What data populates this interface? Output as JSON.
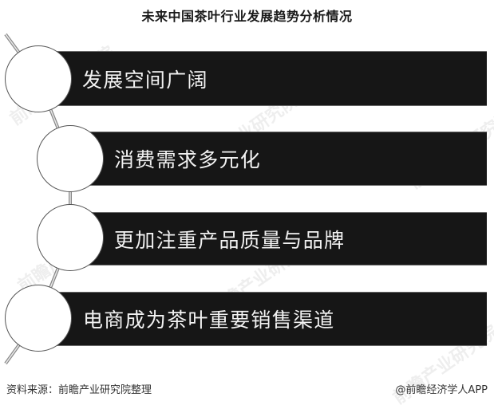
{
  "title": "未来中国茶叶行业发展趋势分析情况",
  "items": [
    {
      "label": "发展空间广阔"
    },
    {
      "label": "消费需求多元化"
    },
    {
      "label": "更加注重产品质量与品牌"
    },
    {
      "label": "电商成为茶叶重要销售渠道"
    }
  ],
  "footer": {
    "source": "资料来源：前瞻产业研究院整理",
    "credit": "@前瞻经济学人APP"
  },
  "watermark": "前瞻产业研究院",
  "colors": {
    "bar": "#161616",
    "bar_text": "#f2f2f2",
    "circle_fill": "#ffffff",
    "connector": "#555555"
  }
}
